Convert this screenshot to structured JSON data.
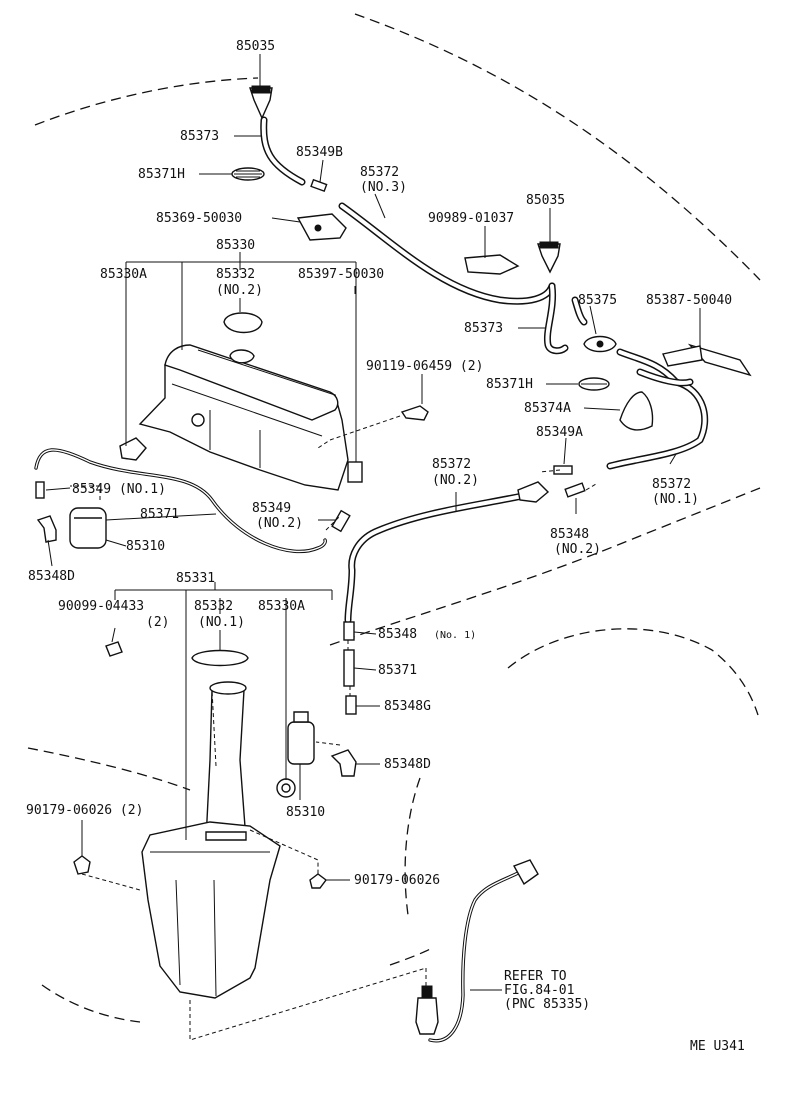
{
  "labels": {
    "p85035_top": "85035",
    "p85373_top": "85373",
    "p85349b": "85349B",
    "p85371h_top": "85371H",
    "p85372_no3": "85372",
    "p85372_no3_sub": "(NO.3)",
    "p85369": "85369-50030",
    "p85035_right": "85035",
    "p90989": "90989-01037",
    "p85330": "85330",
    "p85330a_top": "85330A",
    "p85332_no2": "85332",
    "p85332_no2_sub": "(NO.2)",
    "p85397": "85397-50030",
    "p85375": "85375",
    "p85387": "85387-50040",
    "p85373_right": "85373",
    "p90119": "90119-06459 (2)",
    "p85371h_right": "85371H",
    "p85374a": "85374A",
    "p85349a": "85349A",
    "p85372_no2": "85372",
    "p85372_no2_sub": "(NO.2)",
    "p85372_no1": "85372",
    "p85372_no1_sub": "(NO.1)",
    "p85349_no1": "85349 (NO.1)",
    "p85371_left": "85371",
    "p85349_no2": "85349",
    "p85349_no2_sub": "(NO.2)",
    "p85348_no2": "85348",
    "p85348_no2_sub": "(NO.2)",
    "p85310_left": "85310",
    "p85348d_left": "85348D",
    "p85331": "85331",
    "p90099": "90099-04433",
    "p90099_sub": "(2)",
    "p85332_no1": "85332",
    "p85332_no1_sub": "(NO.1)",
    "p85330a_low": "85330A",
    "p85348_no1": "85348",
    "p85348_no1_sub": "(No. 1)",
    "p85371_mid": "85371",
    "p85348g": "85348G",
    "p85348d_right": "85348D",
    "p85310_low": "85310",
    "p90179_left": "90179-06026 (2)",
    "p90179_right": "90179-06026",
    "refer_line1": "REFER TO",
    "refer_line2": "FIG.84-01",
    "refer_line3": "(PNC 85335)",
    "drawing_code": "ME U341"
  }
}
